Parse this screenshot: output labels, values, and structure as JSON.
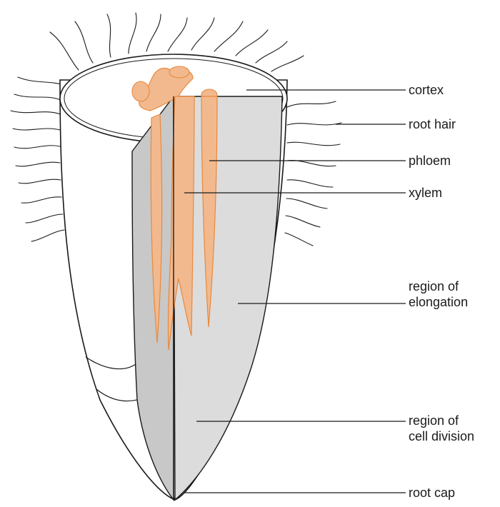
{
  "labels": {
    "cortex": "cortex",
    "root_hair": "root hair",
    "phloem": "phloem",
    "xylem": "xylem",
    "region_of_elongation": "region of\nelongation",
    "region_of_cell_division": "region of\ncell division",
    "root_cap": "root cap"
  },
  "colors": {
    "outline": "#1a1a1a",
    "vascular_fill": "#f2b98f",
    "vascular_stroke": "#e8893c",
    "cut_face_light": "#dcdcdc",
    "cut_face_dark": "#c8c8c8"
  }
}
